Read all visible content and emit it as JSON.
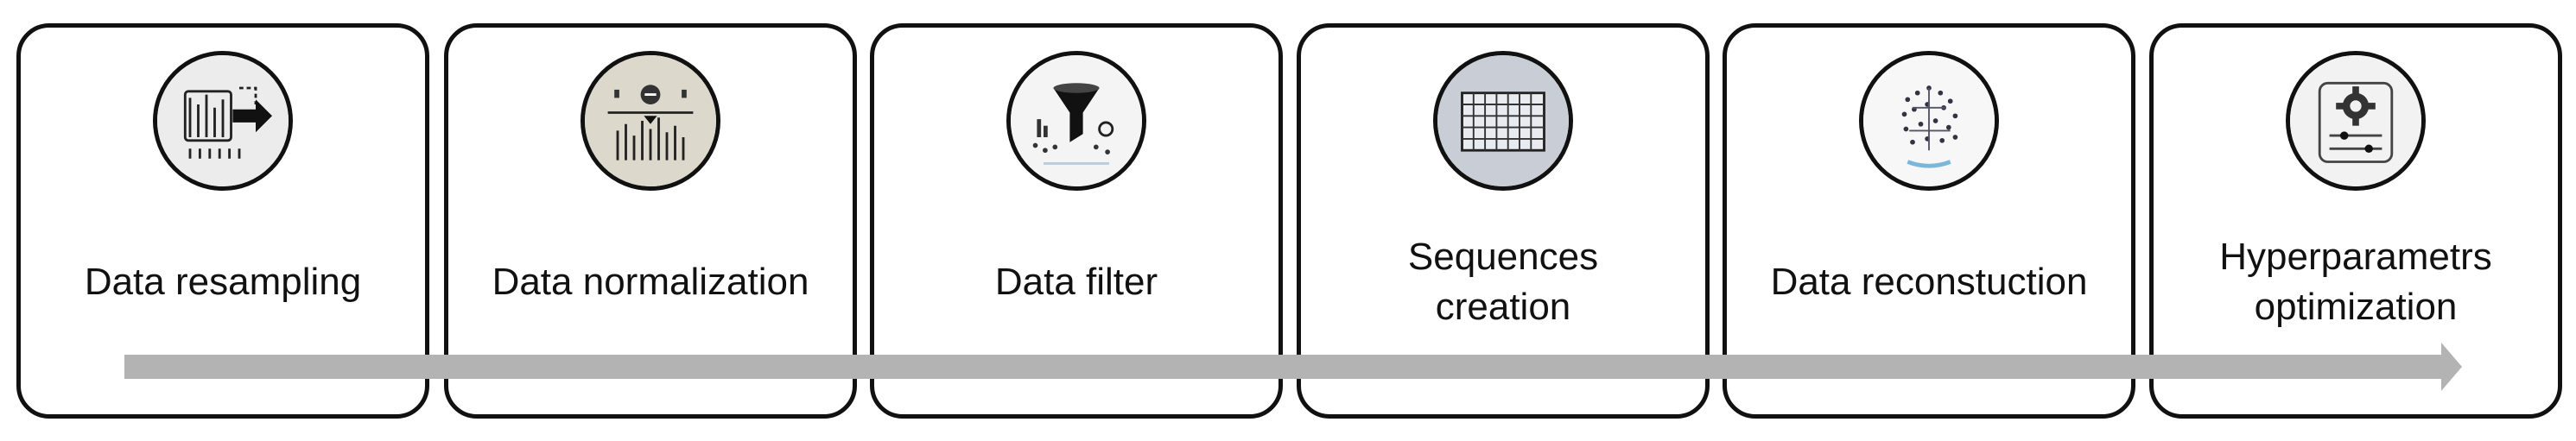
{
  "steps": [
    {
      "label": "Data  resampling",
      "icon": "resampling-icon",
      "icon_bg": "#ececec"
    },
    {
      "label": "Data normalization",
      "icon": "normalization-icon",
      "icon_bg": "#dcd9cc"
    },
    {
      "label": "Data filter",
      "icon": "filter-funnel-icon",
      "icon_bg": "#f4f4f4"
    },
    {
      "label": "Sequences\ncreation",
      "icon": "sequence-grid-icon",
      "icon_bg": "#c9ced6"
    },
    {
      "label": "Data reconstuction",
      "icon": "reconstruction-icon",
      "icon_bg": "#f7f7f7"
    },
    {
      "label": "Hyperparametrs\noptimization",
      "icon": "gear-settings-icon",
      "icon_bg": "#f2f2f2"
    }
  ],
  "colors": {
    "border": "#111111",
    "arrow": "#b3b3b3",
    "text": "#111111"
  }
}
